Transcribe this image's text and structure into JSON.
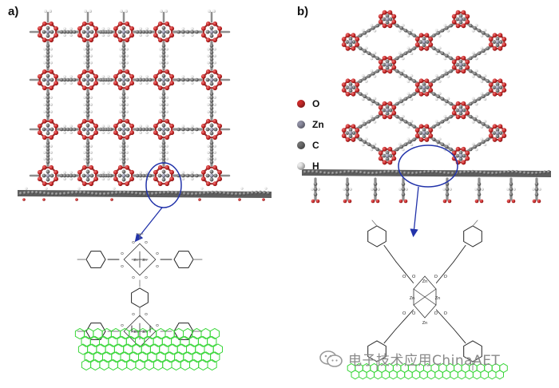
{
  "panels": {
    "a": {
      "label": "a)"
    },
    "b": {
      "label": "b)"
    }
  },
  "legend": {
    "items": [
      {
        "label": "O",
        "color": "#cc2a2a"
      },
      {
        "label": "Zn",
        "color": "#8f8fa3"
      },
      {
        "label": "C",
        "color": "#6f6f6f"
      },
      {
        "label": "H",
        "color": "#e8e8e8"
      }
    ]
  },
  "schematic_labels": {
    "oxygen": "O",
    "zinc": "Zn"
  },
  "colors": {
    "oxygen": "#cc2a2a",
    "zinc": "#8f8fa3",
    "carbon": "#6f6f6f",
    "hydrogen": "#e8e8e8",
    "graphene_lattice": "#39d639",
    "highlight_ellipse": "#2233aa",
    "sheet": "#5a5a5a"
  },
  "watermark": {
    "text": "电子技术应用ChinaAET",
    "icon": "wechat-icon"
  }
}
